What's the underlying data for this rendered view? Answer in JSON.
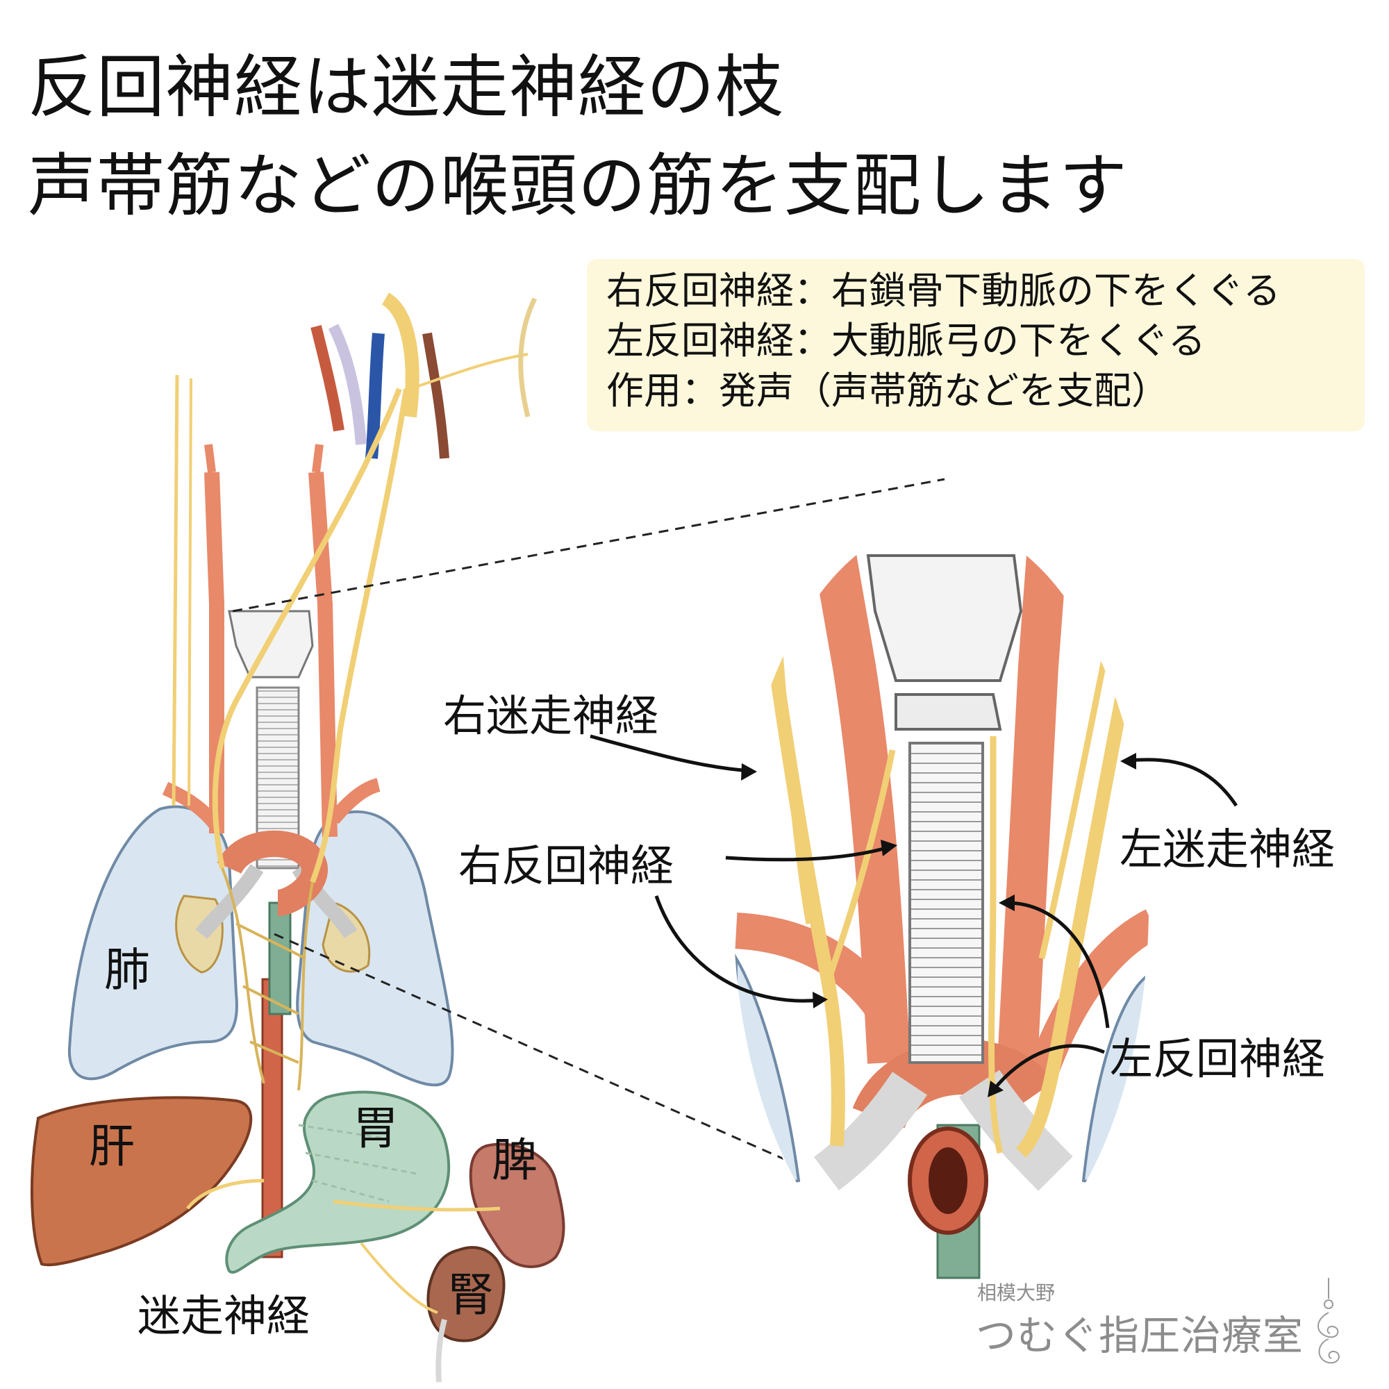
{
  "title": {
    "line1": "反回神経は迷走神経の枝",
    "line2": "声帯筋などの喉頭の筋を支配します"
  },
  "info": {
    "line1": "右反回神経：右鎖骨下動脈の下をくぐる",
    "line2": "左反回神経：大動脈弓の下をくぐる",
    "line3": "作用：発声（声帯筋などを支配）"
  },
  "labels": {
    "right_vagus": "右迷走神経",
    "right_recurrent": "右反回神経",
    "left_vagus": "左迷走神経",
    "left_recurrent": "左反回神経",
    "vagus": "迷走神経"
  },
  "organs": {
    "lung": "肺",
    "liver": "肝",
    "stomach": "胃",
    "spleen": "脾",
    "kidney": "腎"
  },
  "logo": {
    "area": "相模大野",
    "name": "つむぐ指圧治療室"
  },
  "colors": {
    "artery": "#e8896a",
    "artery_dark": "#c65a3f",
    "nerve": "#f1cf75",
    "lung": "#d9e6f1",
    "liver": "#c9744d",
    "stomach": "#b9d9c6",
    "esophagus": "#7fae94",
    "vein": "#2b56a8",
    "info_bg": "#fdf8dc"
  }
}
